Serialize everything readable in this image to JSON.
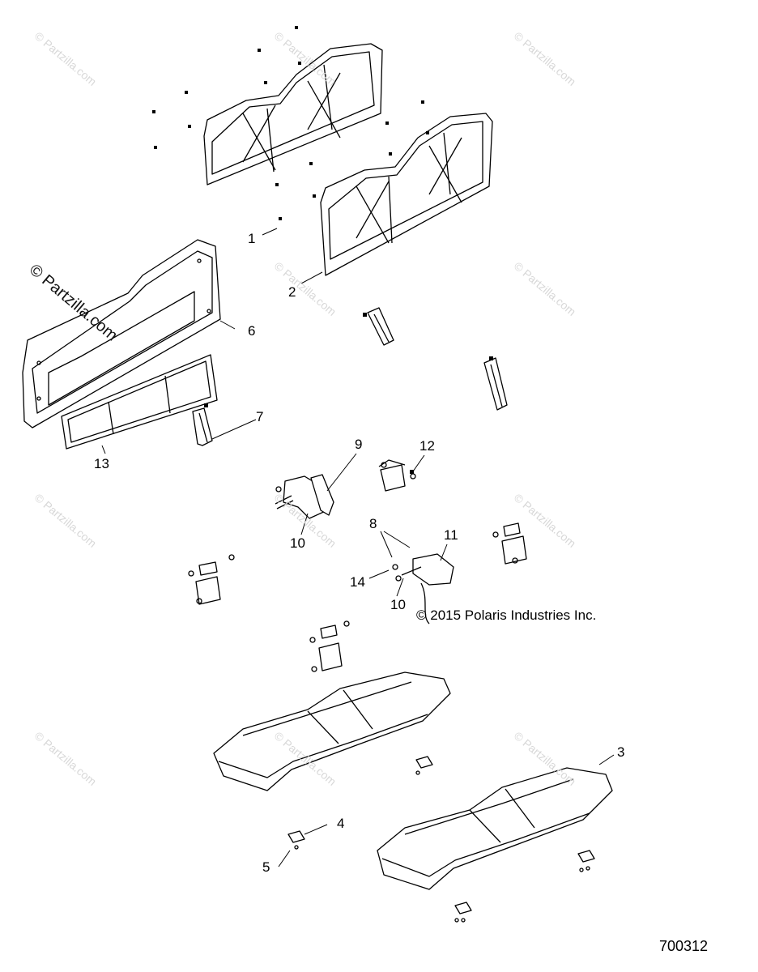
{
  "watermark": "© Partzilla.com",
  "copyright": "© 2015 Polaris Industries Inc.",
  "diagram_number": "700312",
  "callouts": [
    "1",
    "2",
    "3",
    "4",
    "5",
    "6",
    "7",
    "8",
    "9",
    "10",
    "10",
    "11",
    "12",
    "13",
    "14"
  ]
}
